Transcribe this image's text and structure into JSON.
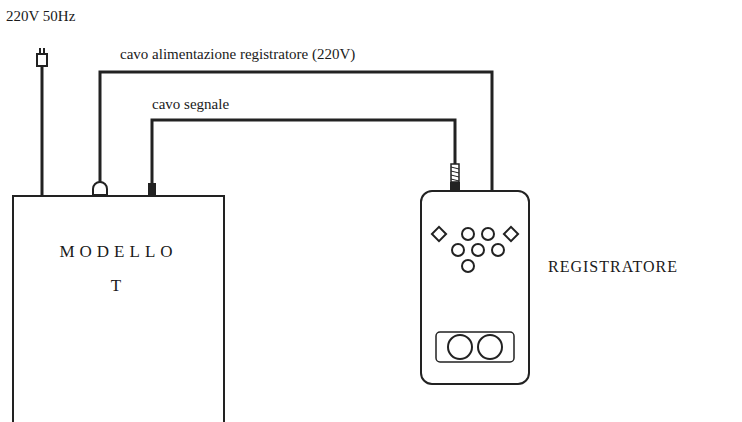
{
  "diagram": {
    "nodes": [
      {
        "text": [
          "MODELLO T"
        ]
      },
      {
        "text": [
          "REGISTRATORE"
        ]
      }
    ],
    "edges": [
      {
        "from": 0,
        "to": 1,
        "arrow": "none",
        "label": "cavo alimentazione registratore (220V)"
      },
      {
        "from": 0,
        "to": 1,
        "arrow": "none",
        "label": "cavo segnale"
      }
    ],
    "labels": [
      "220V 50Hz"
    ]
  }
}
